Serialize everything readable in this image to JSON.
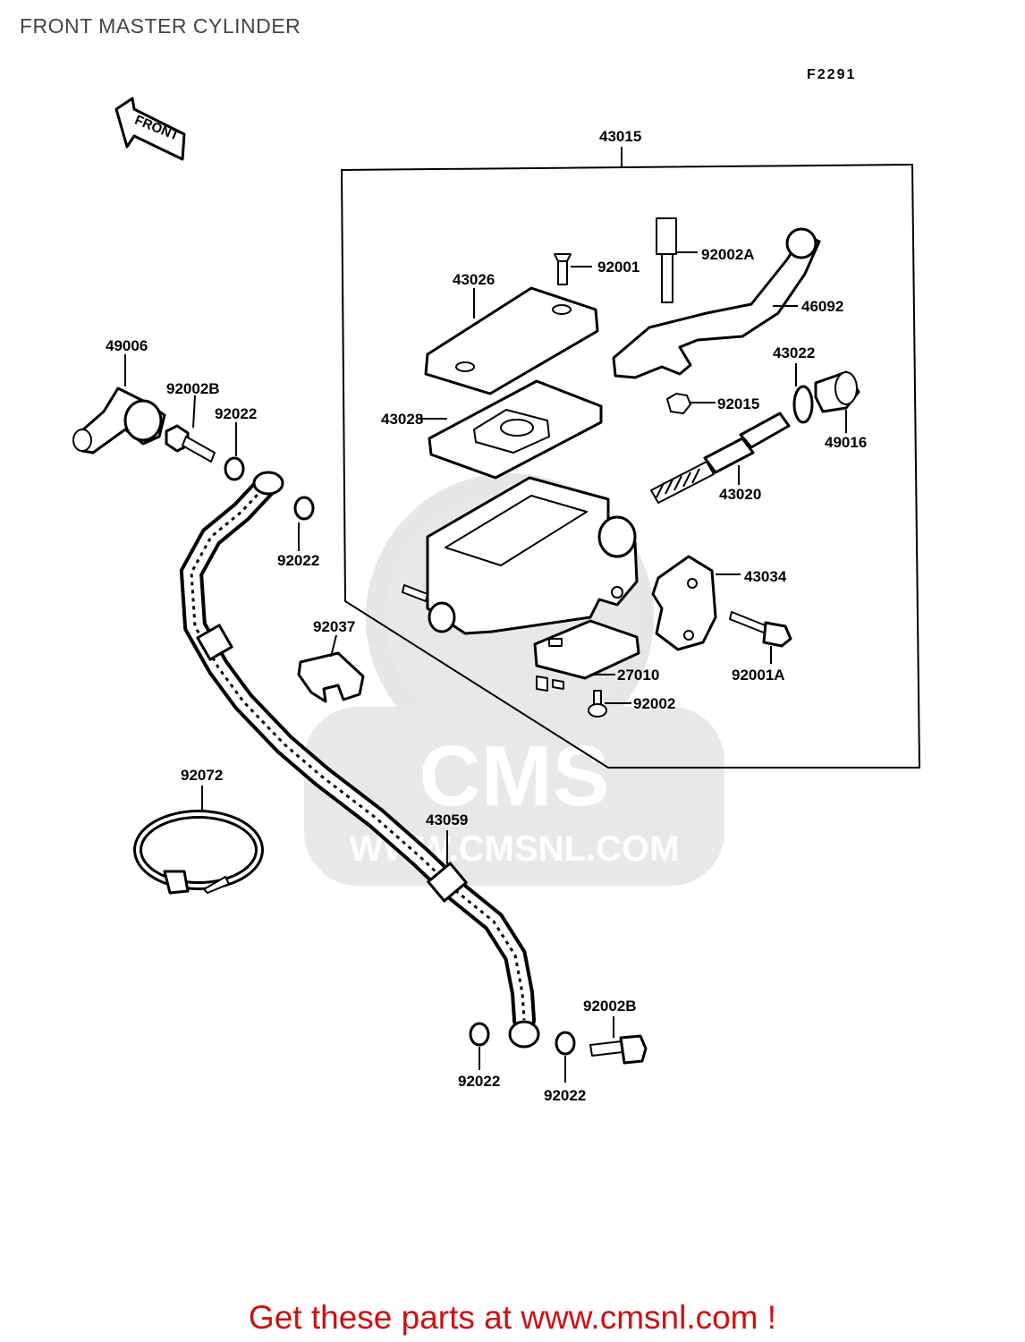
{
  "page": {
    "title": "FRONT MASTER CYLINDER",
    "footer_cta": "Get these parts at www.cmsnl.com !"
  },
  "diagram": {
    "figure_code": "F2291",
    "front_arrow_text": "FRONT",
    "watermark": {
      "brand": "CMS",
      "url": "WWW.CMSNL.COM"
    },
    "part_labels": {
      "p43015": "43015",
      "p92001": "92001",
      "p92002A": "92002A",
      "p43026": "43026",
      "p46092": "46092",
      "p49006": "49006",
      "p43022": "43022",
      "p92002B_top": "92002B",
      "p92022_a": "92022",
      "p92015": "92015",
      "p43028": "43028",
      "p49016": "49016",
      "p43020": "43020",
      "p92022_b": "92022",
      "p43034": "43034",
      "p92037": "92037",
      "p27010": "27010",
      "p92001A": "92001A",
      "p92002": "92002",
      "p92072": "92072",
      "p43059": "43059",
      "p92002B_bottom": "92002B",
      "p92022_c": "92022",
      "p92022_d": "92022"
    }
  }
}
